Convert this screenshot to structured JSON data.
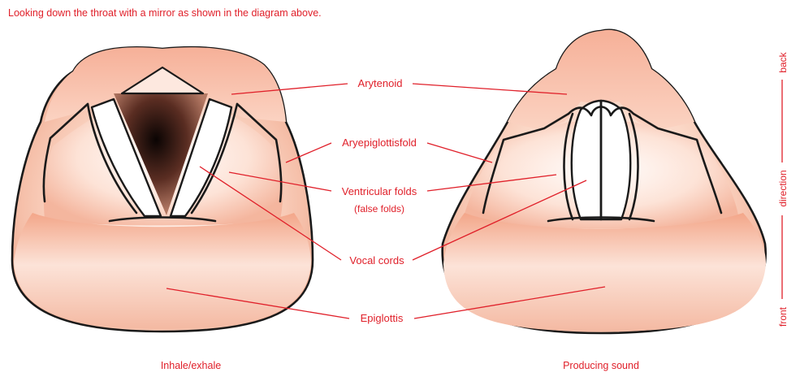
{
  "header": {
    "caption": "Looking down the throat with a mirror as shown in the diagram above."
  },
  "labels": {
    "arytenoid": "Arytenoid",
    "aryepiglottis": "Aryepiglottisfold",
    "ventricular_1": "Ventricular folds",
    "ventricular_2": "(false folds)",
    "vocal_cords": "Vocal cords",
    "epiglottis": "Epiglottis"
  },
  "captions": {
    "left": "Inhale/exhale",
    "right": "Producing sound"
  },
  "direction_axis": {
    "back": "back",
    "middle": "direction",
    "front": "front"
  },
  "colors": {
    "label_red": "#e0202a",
    "tissue_light": "#fde6dc",
    "tissue_mid": "#f7b8a0",
    "tissue_dark": "#ea9a80",
    "glottis_dark": "#3a1a14",
    "outline": "#1a1a1a"
  }
}
